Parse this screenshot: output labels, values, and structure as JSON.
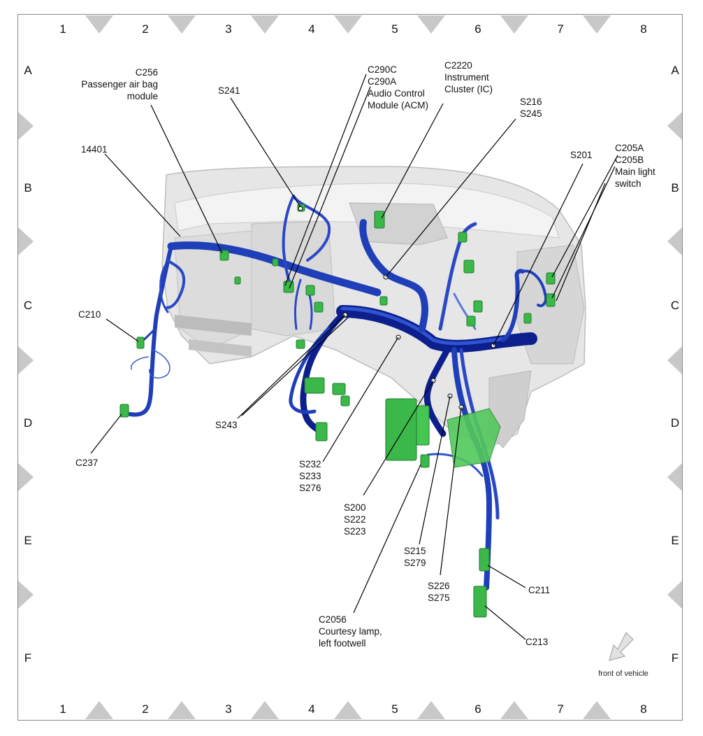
{
  "grid": {
    "columns": [
      "1",
      "2",
      "3",
      "4",
      "5",
      "6",
      "7",
      "8"
    ],
    "rows": [
      "A",
      "B",
      "C",
      "D",
      "E",
      "F"
    ]
  },
  "labels": {
    "c256": [
      "C256",
      "Passenger air bag",
      "module"
    ],
    "s241": [
      "S241"
    ],
    "c290": [
      "C290C",
      "C290A",
      "Audio Control",
      "Module (ACM)"
    ],
    "c2220": [
      "C2220",
      "Instrument",
      "Cluster (IC)"
    ],
    "s216": [
      "S216",
      "S245"
    ],
    "h14401": [
      "14401"
    ],
    "s201": [
      "S201"
    ],
    "c205": [
      "C205A",
      "C205B",
      "Main light",
      "switch"
    ],
    "c210": [
      "C210"
    ],
    "c237": [
      "C237"
    ],
    "s243": [
      "S243"
    ],
    "s232": [
      "S232",
      "S233",
      "S276"
    ],
    "s200": [
      "S200",
      "S222",
      "S223"
    ],
    "s215": [
      "S215",
      "S279"
    ],
    "s226": [
      "S226",
      "S275"
    ],
    "c211": [
      "C211"
    ],
    "c213": [
      "C213"
    ],
    "c2056": [
      "C2056",
      "Courtesy lamp,",
      "left footwell"
    ]
  },
  "front_of_vehicle": "front of vehicle",
  "colors": {
    "harness": "#1f3fb8",
    "harness_dark": "#0d1f8c",
    "connector": "#3cb84a",
    "dash": "#e4e4e4",
    "dash_edge": "#bdbdbd",
    "grid_triangle": "#c8c8c8"
  }
}
